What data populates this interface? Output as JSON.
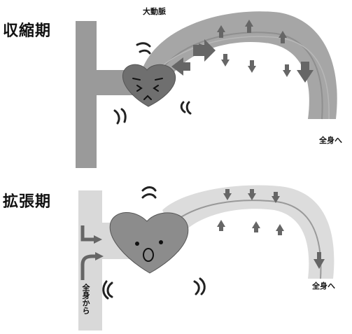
{
  "systole": {
    "title": "収縮期",
    "aorta_label": "大動脈",
    "outflow_label": "全身へ"
  },
  "diastole": {
    "title": "拡張期",
    "outflow_label": "全身へ",
    "inflow_label": "全身から"
  },
  "colors": {
    "systole_vessel": "#9a9a9a",
    "systole_aorta": "#a6a6a6",
    "systole_heart": "#6f6f6f",
    "diastole_vessel": "#d9d9d9",
    "diastole_aorta": "#dcdcdc",
    "diastole_heart": "#8c8c8c",
    "arrow": "#666666",
    "outline": "#555555"
  }
}
